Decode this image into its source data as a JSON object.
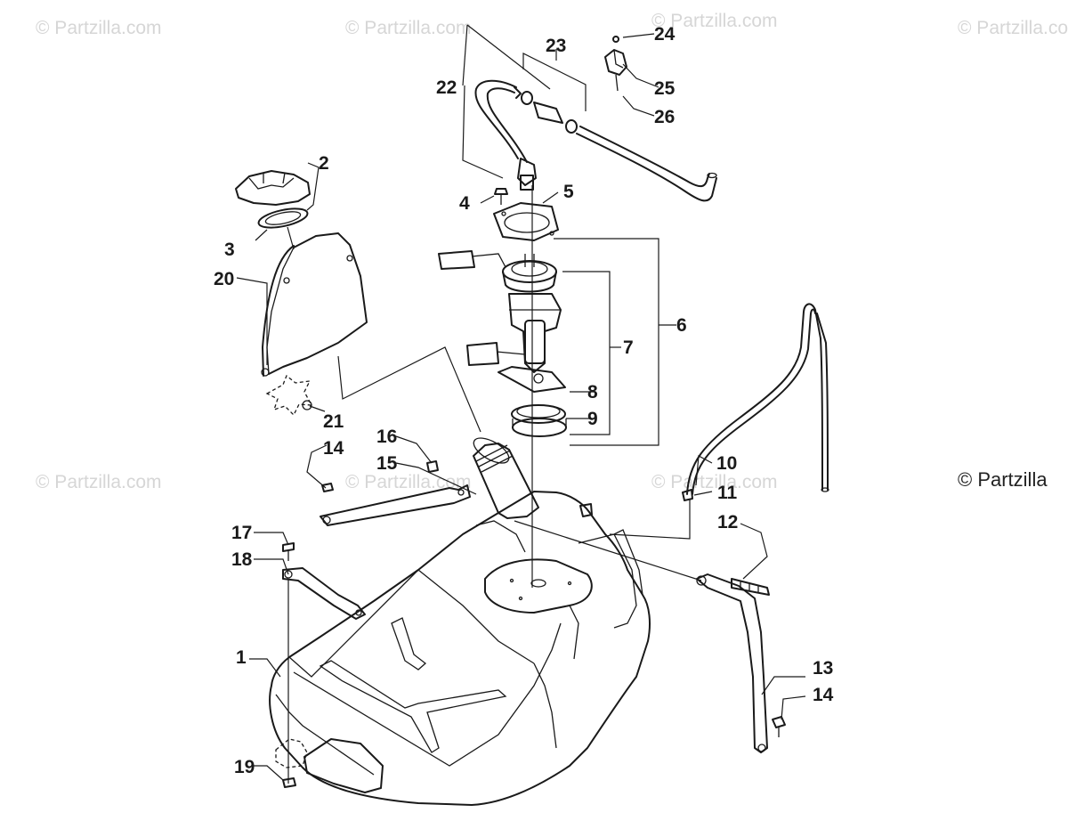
{
  "watermark": {
    "text": "© Partzilla.com",
    "corner_text": "© Partzilla"
  },
  "callouts": {
    "c1": "1",
    "c2": "2",
    "c3": "3",
    "c4": "4",
    "c5": "5",
    "c6": "6",
    "c7": "7",
    "c8": "8",
    "c9": "9",
    "c10": "10",
    "c11": "11",
    "c12": "12",
    "c13": "13",
    "c14a": "14",
    "c14b": "14",
    "c15": "15",
    "c16": "16",
    "c17": "17",
    "c18": "18",
    "c19": "19",
    "c20": "20",
    "c21": "21",
    "c22": "22",
    "c23": "23",
    "c24": "24",
    "c25": "25",
    "c26": "26"
  }
}
